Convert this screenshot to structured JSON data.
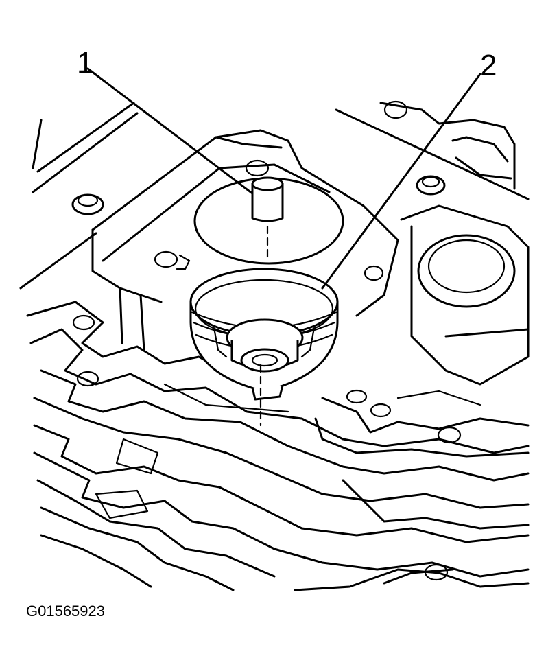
{
  "callouts": [
    {
      "id": "1",
      "label": "1"
    },
    {
      "id": "2",
      "label": "2"
    }
  ],
  "figure_id": "G01565923",
  "colors": {
    "line": "#000000",
    "background": "#ffffff"
  }
}
